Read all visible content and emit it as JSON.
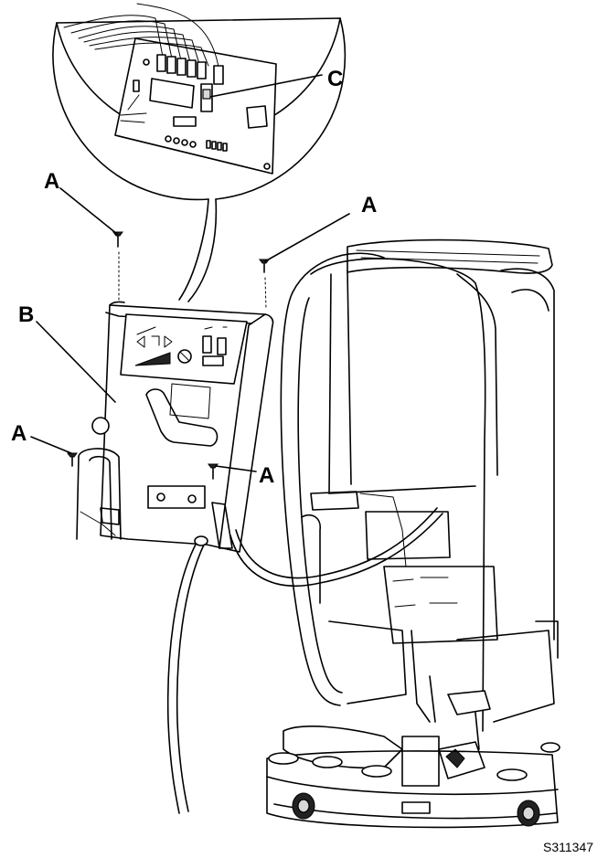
{
  "callouts": {
    "a_top_left": "A",
    "a_top_right": "A",
    "a_left": "A",
    "a_lower": "A",
    "b": "B",
    "c": "C"
  },
  "figure_id": "S311347"
}
